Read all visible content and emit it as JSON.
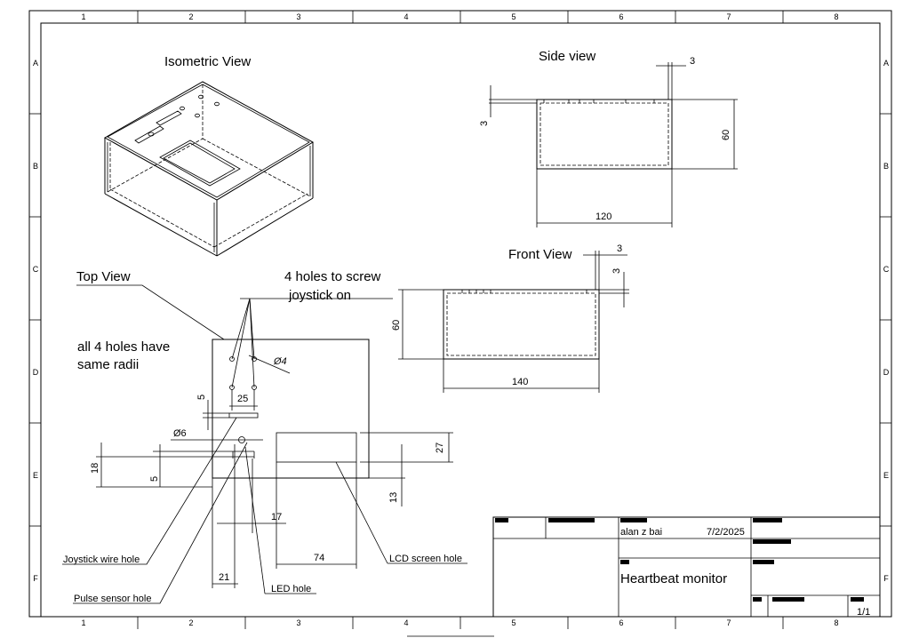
{
  "views": {
    "isometric": "Isometric View",
    "side": "Side view",
    "front": "Front View",
    "top": "Top View"
  },
  "side_dims": {
    "top": "3",
    "left": "3",
    "height": "60",
    "width": "120"
  },
  "front_dims": {
    "top": "3",
    "right": "3",
    "height": "60",
    "width": "140"
  },
  "notes": {
    "screw_line1": "4 holes to screw",
    "screw_line2": "joystick on",
    "radii_line1": "all 4 holes have",
    "radii_line2": "same radii",
    "joystick_wire": "Joystick wire hole",
    "pulse_sensor": "Pulse sensor hole",
    "led": "LED hole",
    "lcd": "LCD screen hole"
  },
  "top_dims": {
    "hole_dia": "Ø4",
    "spacing": "25",
    "v_small": "5",
    "led_dia": "Ø6",
    "d18": "18",
    "d5": "5",
    "d17": "17",
    "d21": "21",
    "d74": "74",
    "d27": "27",
    "d13": "13"
  },
  "grid": {
    "cols": [
      "1",
      "2",
      "3",
      "4",
      "5",
      "6",
      "7",
      "8"
    ],
    "rows": [
      "A",
      "B",
      "C",
      "D",
      "E",
      "F"
    ]
  },
  "titleblock": {
    "author": "alan z bai",
    "date": "7/2/2025",
    "title": "Heartbeat monitor",
    "sheet": "1/1"
  }
}
